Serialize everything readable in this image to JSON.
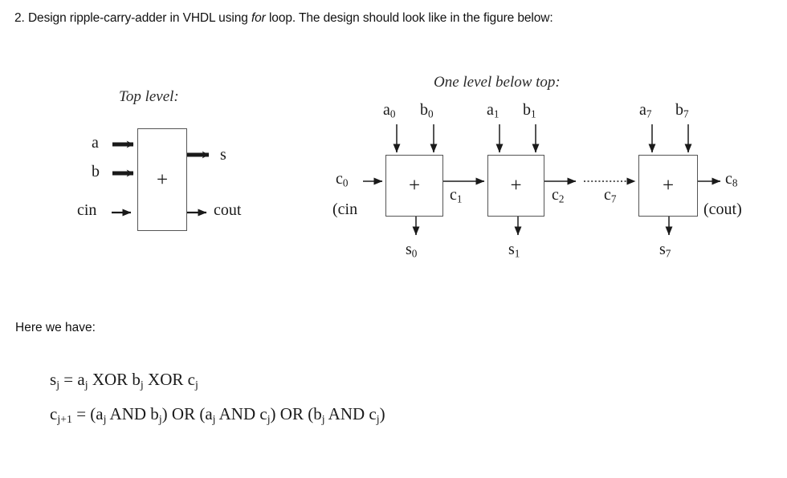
{
  "document": {
    "question_number": "2.",
    "question_text_part1": "Design ripple-carry-adder in VHDL using ",
    "question_text_italic": "for",
    "question_text_part2": " loop. The design should look like in the figure below:",
    "here_we_have_label": "Here we have:"
  },
  "figure": {
    "top_level": {
      "heading": "Top level:",
      "block_symbol": "+",
      "inputs": [
        {
          "label": "a",
          "arrow": "thick-right-arrow"
        },
        {
          "label": "b",
          "arrow": "thick-right-arrow"
        },
        {
          "label": "cin",
          "arrow": "thin-right-arrow"
        }
      ],
      "outputs": [
        {
          "label": "s",
          "arrow": "thick-right-arrow"
        },
        {
          "label": "cout",
          "arrow": "thin-right-arrow"
        }
      ]
    },
    "one_level_below": {
      "heading": "One level below top:",
      "carry_in": {
        "label": "c",
        "subscript": "0",
        "alias": "(cin"
      },
      "carry_out": {
        "label": "c",
        "subscript": "8",
        "alias": "(cout)"
      },
      "ellipsis_style": "dotted-line",
      "stages": [
        {
          "symbol": "+",
          "input_a": {
            "label": "a",
            "subscript": "0"
          },
          "input_b": {
            "label": "b",
            "subscript": "0"
          },
          "sum": {
            "label": "s",
            "subscript": "0"
          },
          "carry_out": {
            "label": "c",
            "subscript": "1"
          }
        },
        {
          "symbol": "+",
          "input_a": {
            "label": "a",
            "subscript": "1"
          },
          "input_b": {
            "label": "b",
            "subscript": "1"
          },
          "sum": {
            "label": "s",
            "subscript": "1"
          },
          "carry_out": {
            "label": "c",
            "subscript": "2"
          }
        },
        {
          "symbol": "+",
          "input_a": {
            "label": "a",
            "subscript": "7"
          },
          "input_b": {
            "label": "b",
            "subscript": "7"
          },
          "sum": {
            "label": "s",
            "subscript": "7"
          },
          "carry_in": {
            "label": "c",
            "subscript": "7"
          }
        }
      ]
    }
  },
  "equations": {
    "sum": {
      "lhs": "s",
      "lhs_sub": "j",
      "eq": " = a",
      "text": "sⱼ = aⱼ XOR bⱼ XOR cⱼ"
    },
    "sum_parts": [
      {
        "t": "s",
        "sub": "j"
      },
      {
        "t": " = a",
        "sub": "j"
      },
      {
        "t": " XOR b",
        "sub": "j"
      },
      {
        "t": " XOR c",
        "sub": "j"
      }
    ],
    "carry_parts": [
      {
        "t": "c",
        "sub": "j+1"
      },
      {
        "t": " = (a",
        "sub": "j"
      },
      {
        "t": " AND b",
        "sub": "j"
      },
      {
        "t": ") OR (a",
        "sub": "j"
      },
      {
        "t": " AND c",
        "sub": "j"
      },
      {
        "t": ") OR (b",
        "sub": "j"
      },
      {
        "t": " AND c",
        "sub": "j"
      },
      {
        "t": ")",
        "sub": ""
      }
    ]
  },
  "colors": {
    "line": "#555555",
    "arrow": "#1a1a1a",
    "text": "#111111",
    "background": "#ffffff"
  }
}
